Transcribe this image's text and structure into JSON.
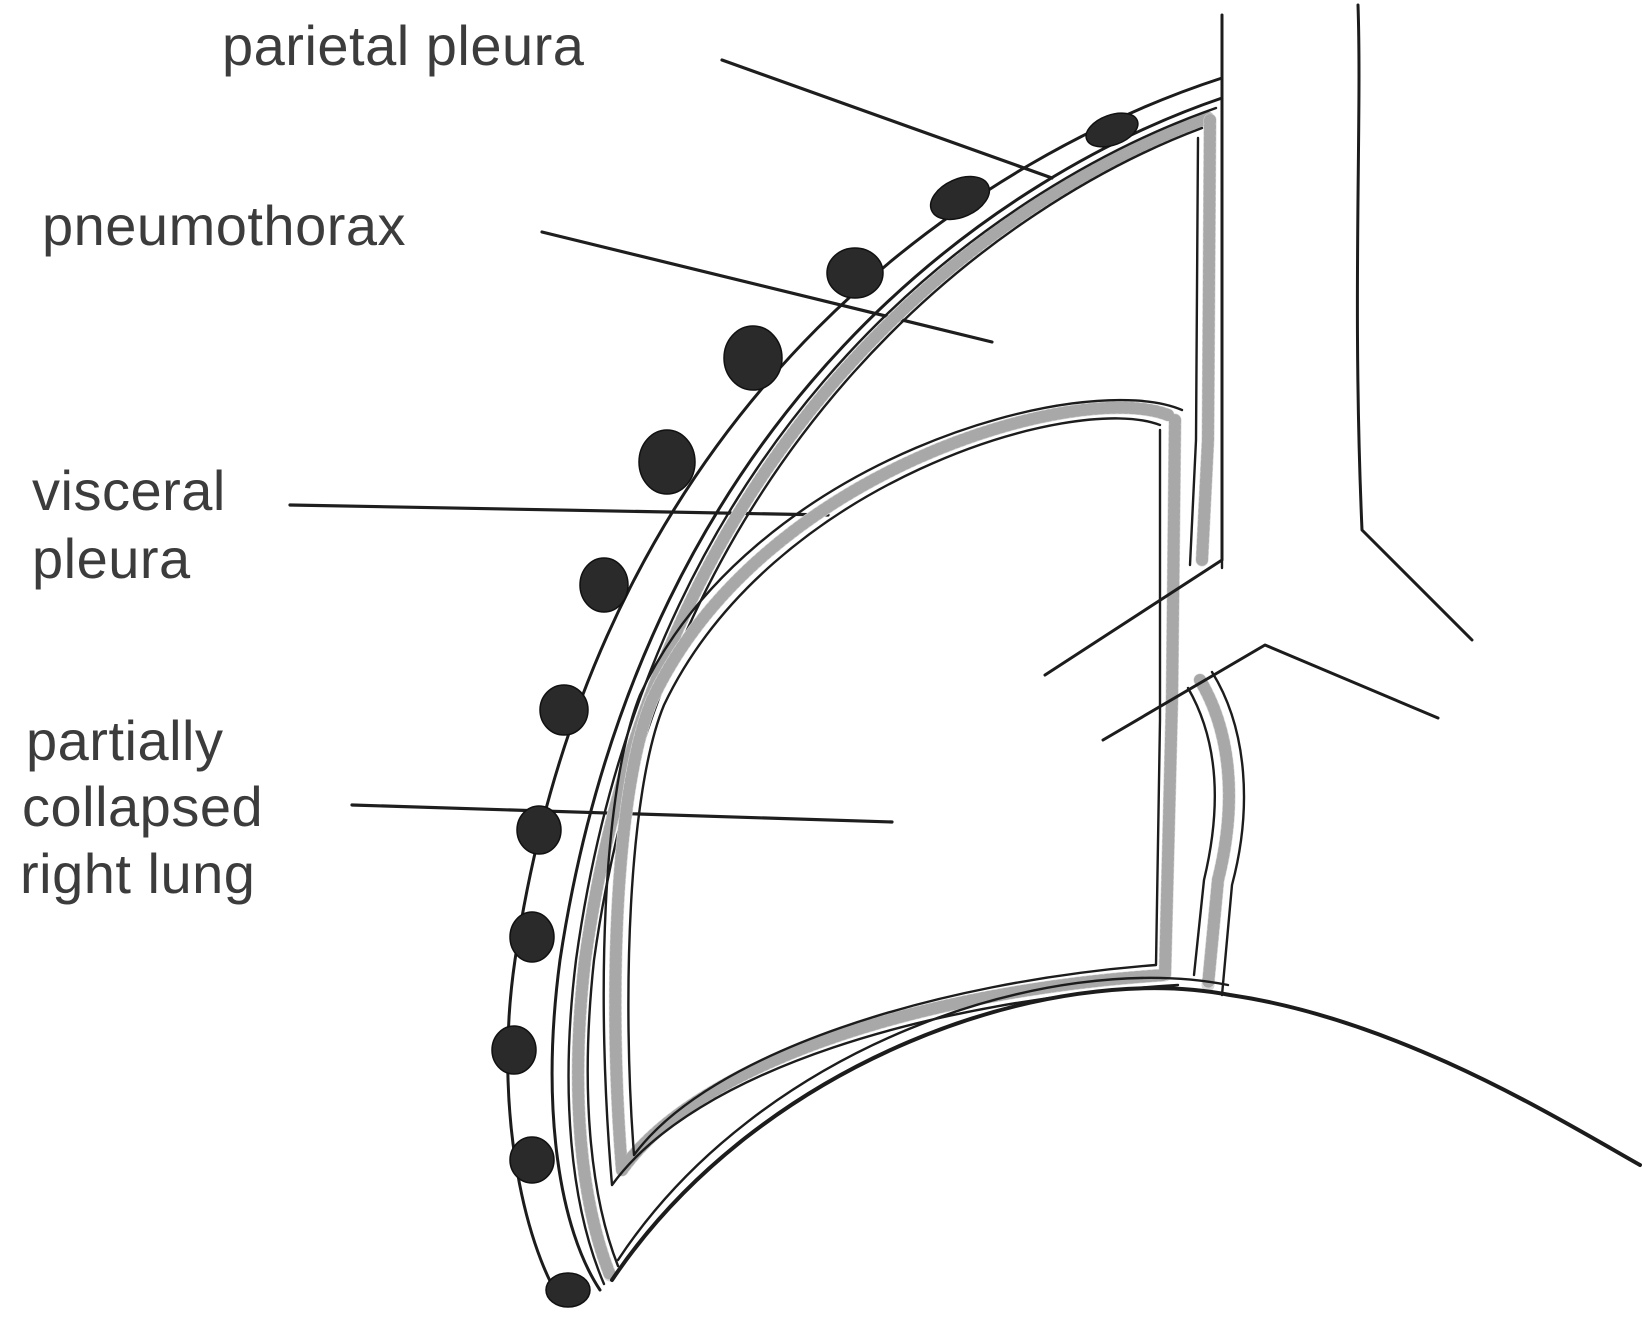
{
  "labels": {
    "parietal_pleura": "parietal pleura",
    "pneumothorax": "pneumothorax",
    "visceral_pleura": [
      "visceral",
      "pleura"
    ],
    "collapsed_lung": [
      "partially",
      "collapsed",
      "right lung"
    ]
  },
  "colors": {
    "ink": "#1c1c1c",
    "label_text": "#3c3c3c",
    "pleural_band_fill": "#d8d8d8",
    "vessel": "#2a2a2a",
    "background": "#ffffff"
  }
}
